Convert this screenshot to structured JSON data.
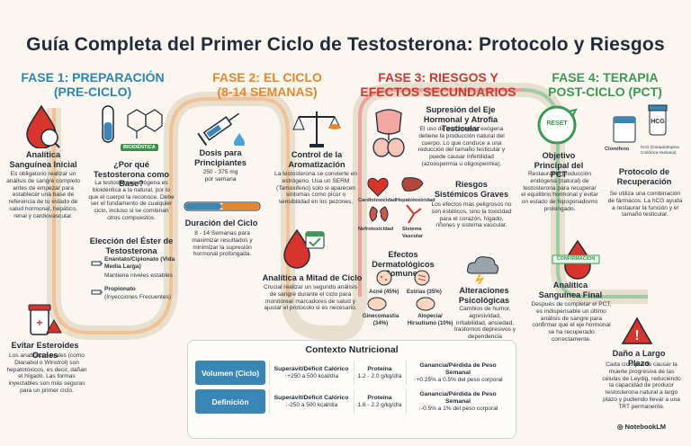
{
  "title": "Guía Completa del Primer Ciclo de Testosterona: Protocolo y Riesgos",
  "phases": {
    "p1": {
      "line1": "FASE 1: PREPARACIÓN",
      "line2": "(PRE-CICLO)"
    },
    "p2": {
      "line1": "FASE 2: EL CICLO",
      "line2": "(8-14 SEMANAS)"
    },
    "p3": {
      "line1": "FASE 3: RIESGOS Y",
      "line2": "EFECTOS SECUNDARIOS"
    },
    "p4": {
      "line1": "FASE 4: TERAPIA",
      "line2": "POST-CICLO (PCT)"
    }
  },
  "f1": {
    "analitica_h": "Analítica Sanguínea Inicial",
    "analitica_t": "Es obligatorio realizar un análisis de sangre completo antes de empezar para establecer una base de referencia de tu estado de salud hormonal, hepático, renal y cardiovascular.",
    "bio_tag": "BIOIDÉNTICA",
    "porque_h": "¿Por qué Testosterona como Base?",
    "porque_t": "La testosterona exógena es bioidéntica a la natural, por lo que el cuerpo la reconoce. Debe ser el fundamento de cualquier ciclo, incluso si se combinan otros compuestos.",
    "ester_h": "Elección del Éster de Testosterona",
    "ester1_h": "Enantato/Cipionato (Vida Media Larga)",
    "ester1_t": "Mantiene niveles estables",
    "ester2_h": "Propionato",
    "ester2_t": "(Inyecciones Frecuentes)",
    "evitar_h": "Evitar Esteroides Orales",
    "evitar_t": "Los anabólicos orales (como Dianabol o Winstrol) son hepatotóxicos, es decir, dañan el hígado. Las formas inyectables son más seguras para un primer ciclo."
  },
  "f2": {
    "dosis_h": "Dosis para Principiantes",
    "dosis_t1": "250 - 375 mg",
    "dosis_t2": "por semana",
    "duracion_h": "Duración del Ciclo",
    "duracion_t": "8 - 14 Semanas para maximizar resultados y minimizar la supresión hormonal profongada.",
    "control_h": "Control de la Aromatización",
    "control_t": "La testosterona se convierte en estrógeno. Usa un SERM (Tamoxifeno) solo si aparecen síntomas como picor o sensibilidad en los pezones.",
    "mitad_h": "Analítica a Mitad de Ciclo",
    "mitad_t": "Crucial realizar un segundo análisis de sangre durante el ciclo para monitorear marcadores de salud y ajustar el protocolo si es necesario."
  },
  "f3": {
    "supresion_h": "Supresión del Eje Hormonal y Atrofia Testicular",
    "supresion_t": "El uso de testosterona exógena detiene la producción natural del cuerpo. Lo que conduce a una reducción del tamaño testicular y puede causar infertilidad (azoospermia u oligospermia).",
    "riesgos_h": "Riesgos Sistémicos Graves",
    "riesgos_t": "Los efectos más peligrosos no son estéticos, sino la toxicidad para el corazón, hígado, riñones y sistema vascular.",
    "organs": [
      "Cardiotoxicidad",
      "Hepatotoxicidad",
      "Nefrotoxicidad",
      "Sistema Vascular"
    ],
    "derma_h": "Efectos Dermatológicos Comunes",
    "derma": [
      "Acné (45%)",
      "Estrías (35%)",
      "Ginecomastia (34%)",
      "Alopecia/ Hirsutismo (10%)"
    ],
    "psico_h": "Alteraciones Psicológicas",
    "psico_t": "Cambios de humor, agresividad, irritabilidad, ansiedad, trastornos depresivos y dependencia psicológica (vigorexia)."
  },
  "f4": {
    "reset": "RESET",
    "obj_h": "Objetivo Principal del PCT",
    "obj_t": "Restaurar la producción endógena (natural) de testosterona para recuperar el equilibrio hormonal y evitar un estado de hipogonadismo prolongado.",
    "clomifeno": "Clomifeno",
    "hcg_label": "HCG",
    "hcg_t": "hCG (Gonadotropina Coriónica Humana)",
    "protocolo_h": "Protocolo de Recuperación",
    "protocolo_t": "Se utiliza una combinación de fármacos. La hCG ayuda a restaurar la función y el tamaño testicular.",
    "confirmacion": "CONFIRMACIÓN",
    "final_h": "Analítica Sanguínea Final",
    "final_t": "Después de completar el PCT, es indispensable un último análisis de sangre para confirmar que el eje hormonal se ha recuperado correctamente.",
    "dano_h": "Daño a Largo Plazo",
    "dano_t": "Cada ciclo puede causar la muerte progresiva de las células de Leydig, reduciendo la capacidad de producir testosterona natural a largo plazo y pudiendo llevar a una TRT permanente."
  },
  "nutrition": {
    "title": "Contexto Nutricional",
    "rows": [
      {
        "label": "Volumen (Ciclo)",
        "c1h": "Superávit/Déficit Calórico",
        "c1": "+250 a 500 kcal/día",
        "c2h": "Proteína",
        "c2": "1.2 - 2.0 g/kg/día",
        "c3h": "Ganancia/Pérdida de Peso Semanal",
        "c3": "+0.25% a 0.5% del peso corporal"
      },
      {
        "label": "Definición",
        "c1h": "Superávit/Déficit Calórico",
        "c1": "-250 a 500 kcal/día",
        "c2h": "Proteína",
        "c2": "1.6 - 2.2 g/kg/día",
        "c3h": "Ganancia/Pérdida de Peso Semanal",
        "c3": "-0.5% a 1% del peso corporal"
      }
    ]
  },
  "brand": "NotebookLM",
  "colors": {
    "p1": "#2a86b5",
    "p2": "#e7872a",
    "p3": "#d2372e",
    "p4": "#3a9a53"
  }
}
